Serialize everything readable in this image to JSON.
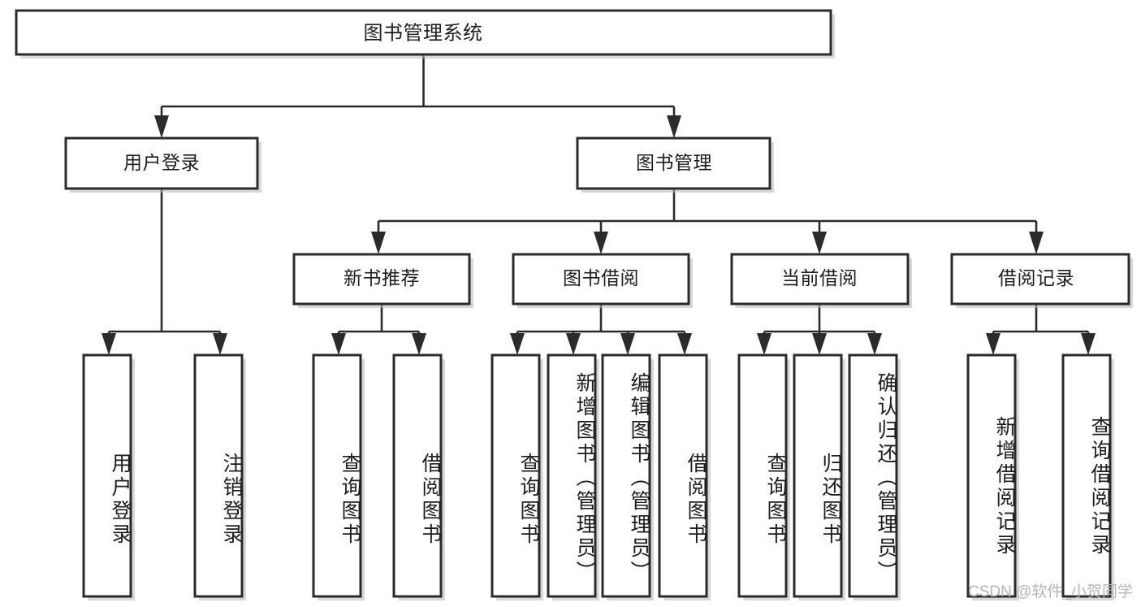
{
  "diagram": {
    "title": "图书管理系统",
    "type": "hierarchy-tree",
    "watermark": "CSDN @软件_小贺同学",
    "colors": {
      "box_fill": "#ffffff",
      "box_stroke": "#2b2b2b",
      "text": "#1d1d1d",
      "watermark": "#b5b5b5",
      "background": "#ffffff"
    },
    "levels": {
      "root": {
        "label": "图书管理系统"
      },
      "level2": [
        {
          "label": "用户登录"
        },
        {
          "label": "图书管理"
        }
      ],
      "level3": [
        {
          "label": "新书推荐"
        },
        {
          "label": "图书借阅"
        },
        {
          "label": "当前借阅"
        },
        {
          "label": "借阅记录"
        }
      ],
      "leaves": [
        {
          "label": "用户登录",
          "parent": "用户登录"
        },
        {
          "label": "注销登录",
          "parent": "用户登录"
        },
        {
          "label": "查询图书",
          "parent": "新书推荐"
        },
        {
          "label": "借阅图书",
          "parent": "新书推荐"
        },
        {
          "label": "查询图书",
          "parent": "图书借阅"
        },
        {
          "label": "新增图书（管理员）",
          "parent": "图书借阅"
        },
        {
          "label": "编辑图书（管理员）",
          "parent": "图书借阅"
        },
        {
          "label": "借阅图书",
          "parent": "图书借阅"
        },
        {
          "label": "查询图书",
          "parent": "当前借阅"
        },
        {
          "label": "归还图书",
          "parent": "当前借阅"
        },
        {
          "label": "确认归还（管理员）",
          "parent": "当前借阅"
        },
        {
          "label": "新增借阅记录",
          "parent": "借阅记录"
        },
        {
          "label": "查询借阅记录",
          "parent": "借阅记录"
        }
      ]
    }
  }
}
